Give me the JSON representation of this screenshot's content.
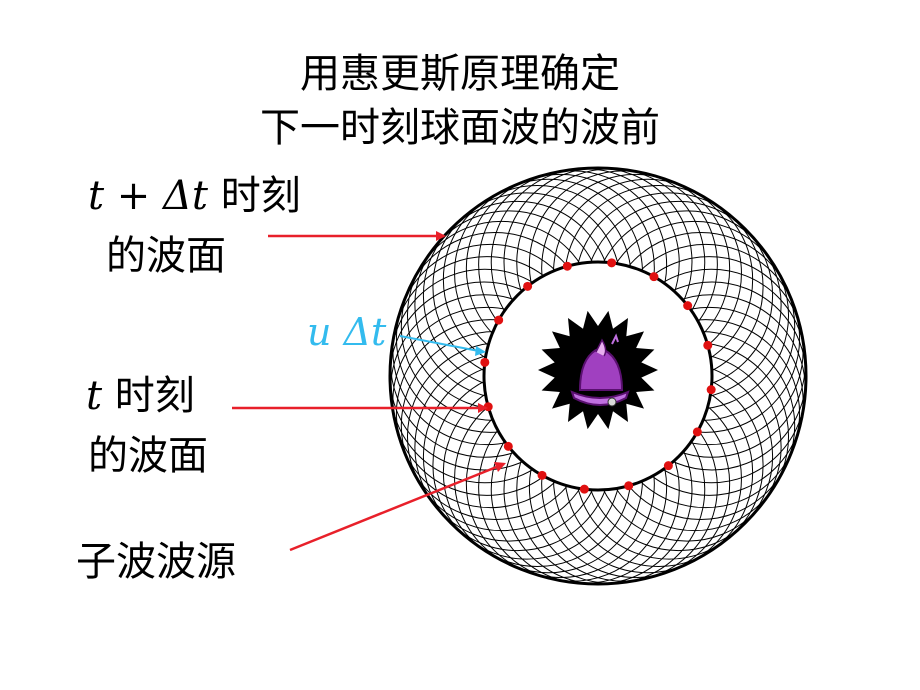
{
  "title": {
    "line1": "用惠更斯原理确定",
    "line2": "下一时刻球面波的波前"
  },
  "labels": {
    "next_time_math_t": "t",
    "next_time_math_plus": " + ",
    "next_time_math_delta": "Δt",
    "next_time_suffix": " 时刻",
    "next_front": "的波面",
    "current_time_math": "t",
    "current_time_suffix": " 时刻",
    "current_front": "的波面",
    "sources": "子波波源",
    "u_delta_t_u": "u",
    "u_delta_t_dt": " Δt"
  },
  "colors": {
    "pointer_line": "#e8202a",
    "source_dot": "#e01010",
    "u_delta_t": "#33bbee",
    "wave_circles": "#000000",
    "burst": "#000000",
    "bell": "#a040c0"
  },
  "icons": {
    "center_source": "bell-icon"
  }
}
